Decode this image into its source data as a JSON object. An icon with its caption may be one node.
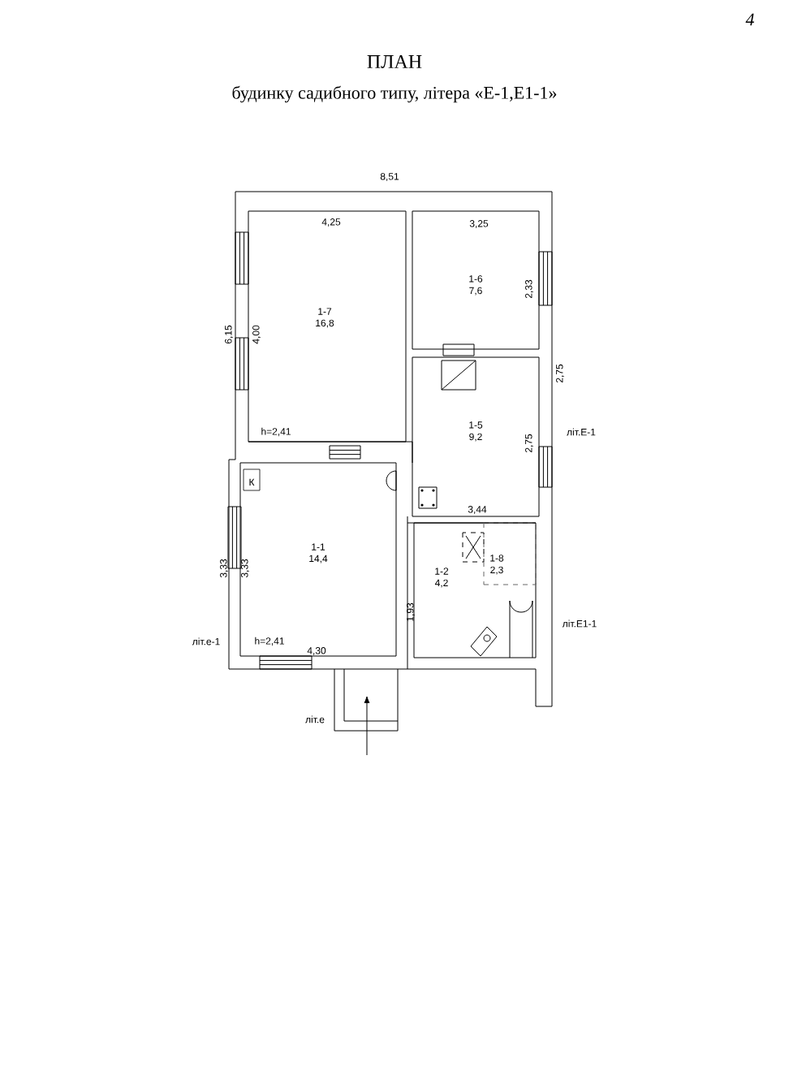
{
  "diagram": {
    "title": "ПЛАН",
    "nodes": [
      {
        "text": [
          "1-7",
          "16,8"
        ]
      },
      {
        "text": [
          "1-6",
          "7,6"
        ]
      },
      {
        "text": [
          "1-5",
          "9,2"
        ]
      },
      {
        "text": [
          "1-1",
          "14,4"
        ]
      },
      {
        "text": [
          "К"
        ],
        "in": 3
      },
      {
        "text": [
          "1-2",
          "4,2"
        ]
      },
      {
        "text": [
          "1-8",
          "2,3"
        ],
        "in": 5
      }
    ],
    "labels": [
      "4",
      "будинку садибного типу, літера «Е-1,Е1-1»",
      "8,51",
      "4,25",
      "3,25",
      "6,15",
      "4,00",
      "2,33",
      "2,75",
      "h=2,41",
      "2,75",
      "літ.Е-1",
      "3,44",
      "3,33",
      "3,33",
      "1,93",
      "літ.е-1",
      "h=2,41",
      "4,30",
      "літ.Е1-1",
      "літ.е"
    ]
  }
}
